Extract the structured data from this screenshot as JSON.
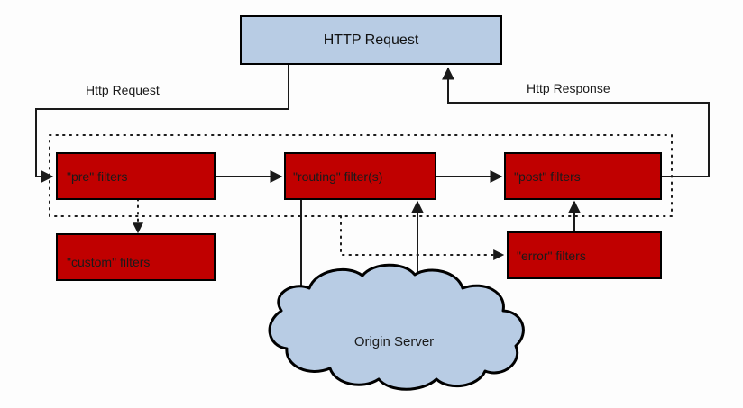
{
  "diagram": {
    "title_node": {
      "name": "http-request-node",
      "label": "HTTP Request",
      "fill": "#b8cce4",
      "stroke": "#000000"
    },
    "filter_boxes": [
      {
        "name": "pre-filters",
        "label": "\"pre\" filters",
        "fill": "#c00000",
        "stroke": "#000000"
      },
      {
        "name": "routing-filters",
        "label": "\"routing\" filter(s)",
        "fill": "#c00000",
        "stroke": "#000000"
      },
      {
        "name": "post-filters",
        "label": "\"post\" filters",
        "fill": "#c00000",
        "stroke": "#000000"
      },
      {
        "name": "custom-filters",
        "label": "\"custom\" filters",
        "fill": "#c00000",
        "stroke": "#000000"
      },
      {
        "name": "error-filters",
        "label": "\"error\" filters",
        "fill": "#c00000",
        "stroke": "#000000"
      }
    ],
    "cloud": {
      "name": "origin-server",
      "label": "Origin Server",
      "fill": "#b8cce4",
      "stroke": "#000000"
    },
    "edge_labels": [
      {
        "name": "http-request-edge-label",
        "label": "Http Request"
      },
      {
        "name": "http-response-edge-label",
        "label": "Http Response"
      }
    ],
    "colors": {
      "background": "#fdfdfd",
      "filter_fill": "#c00000",
      "node_fill": "#b8cce4",
      "line": "#1a1a1a",
      "text": "#1a1a1a"
    }
  }
}
